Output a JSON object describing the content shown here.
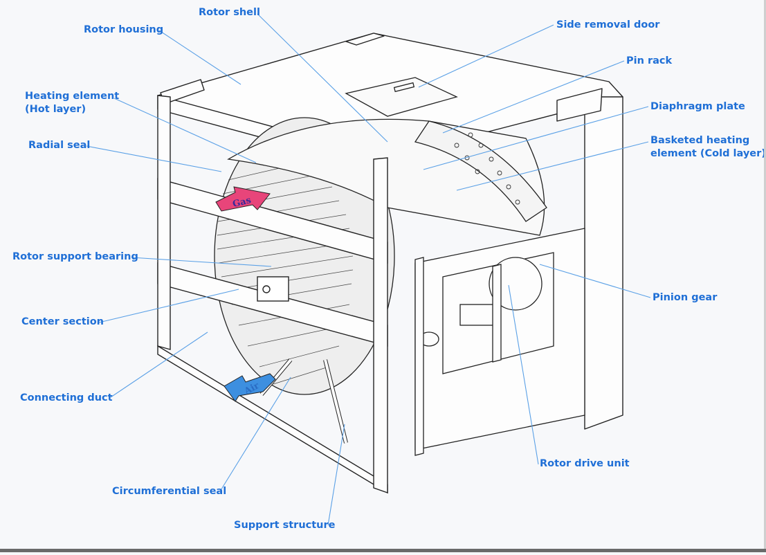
{
  "figure": {
    "title": "Rotary regenerative heat exchanger (Ljungström-type air preheater) cutaway",
    "colors": {
      "label": "#1f6fd6",
      "leader": "#5aa0e6",
      "gas_arrow": "#e8457a",
      "gas_text": "#3a2a9a",
      "air_arrow": "#3d8fe0",
      "air_text": "#2a6cc4",
      "line_art": "#222222",
      "background": "#f7f8fa"
    }
  },
  "labels": {
    "rotor_shell": "Rotor shell",
    "rotor_housing": "Rotor housing",
    "side_removal_door": "Side removal door",
    "pin_rack": "Pin rack",
    "heating_element_hot_line1": "Heating element",
    "heating_element_hot_line2": "(Hot layer)",
    "diaphragm_plate": "Diaphragm plate",
    "radial_seal": "Radial seal",
    "basketed_cold_line1": "Basketed heating",
    "basketed_cold_line2": "element (Cold layer)",
    "rotor_support_bearing": "Rotor support bearing",
    "pinion_gear": "Pinion gear",
    "center_section": "Center section",
    "connecting_duct": "Connecting duct",
    "circumferential_seal": "Circumferential seal",
    "support_structure": "Support structure",
    "rotor_drive_unit": "Rotor drive unit"
  },
  "flows": {
    "gas": "Gas",
    "air": "Air"
  }
}
